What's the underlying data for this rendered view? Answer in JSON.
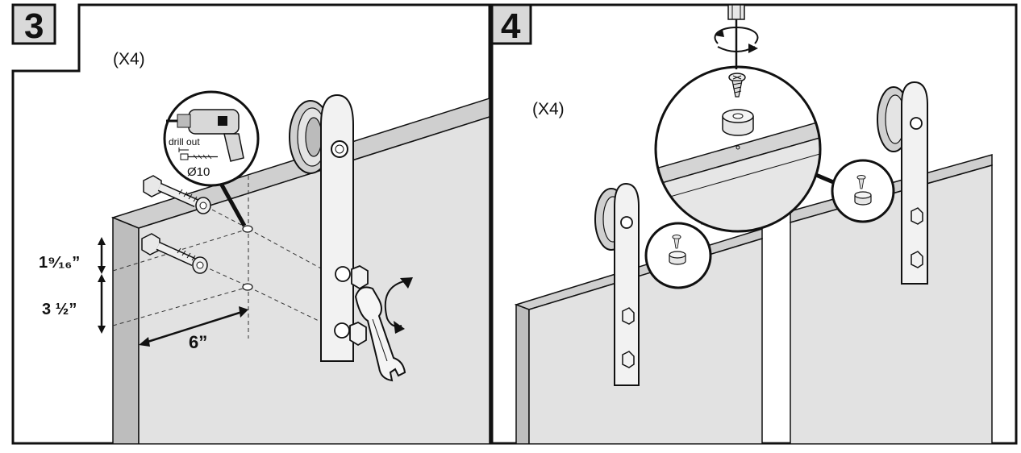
{
  "colors": {
    "ink": "#111111",
    "door_face": "#e2e2e2",
    "door_top": "#cfcfcf",
    "badge_bg": "#d9d9d9",
    "hardware": "#f2f2f2"
  },
  "step3": {
    "number": "3",
    "quantity": "(X4)",
    "drill_callout": {
      "label": "drill out",
      "size": "Ø10"
    },
    "dimensions": {
      "top_spacing": "1⁹⁄₁₆”",
      "bottom_spacing": "3 ½”",
      "edge_offset": "6”"
    }
  },
  "step4": {
    "number": "4",
    "quantity": "(X4)"
  }
}
